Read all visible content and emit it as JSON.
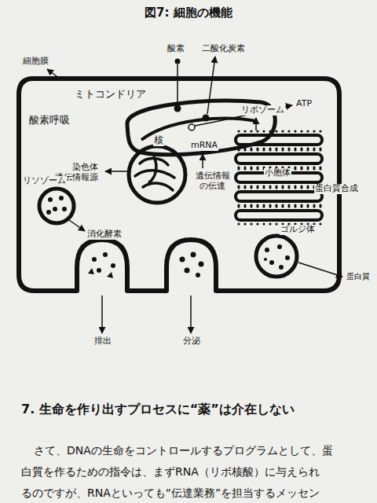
{
  "diagram": {
    "title": "図7: 細胞の機能",
    "labels": [
      "細胞膜",
      "酸素",
      "二酸化炭素",
      "ミトコンドリア",
      "ATP",
      "酸素呼吸",
      "リボゾーム",
      "核",
      "mRNA",
      "染色体 遺伝情報源",
      "遺伝情報 の伝達",
      "小胞体",
      "蛋白質合成",
      "リソゾーム",
      "消化酵素",
      "ゴルジ体",
      "蛋白質",
      "排出",
      "分泌",
      "7. 生命を作り出すプロセスに“薬”は介在しない",
      "さて、DNAの生命をコントロールするプログラムとして、蛋",
      "白質を作るための指令は、まずRNA（リボ核酸）に与えられ",
      "るのですが、RNAといっても“伝達業務”を担当するメッセン"
    ]
  }
}
